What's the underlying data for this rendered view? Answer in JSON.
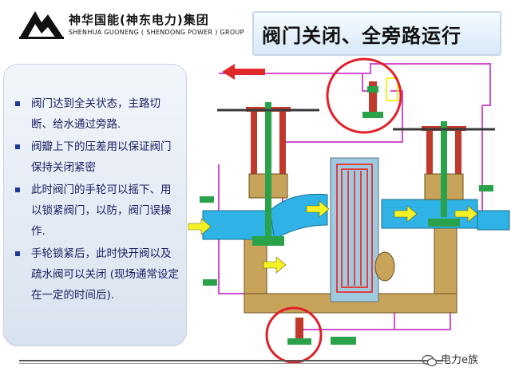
{
  "header": {
    "brand_cn": "神华国能(神东电力)集团",
    "brand_en": "SHENHUA GUONENG ( SHENDONG POWER ) GROUP",
    "title": "阀门关闭、全旁路运行"
  },
  "bullets": [
    "阀门达到全关状态，主路切断、给水通过旁路.",
    "阀瓣上下的压差用以保证阀门保持关闭紧密",
    "此时阀门的手轮可以摇下、用以锁紧阀门，以防，阀门误操作.",
    "手轮锁紧后，此时快开阀以及疏水阀可以关闭 (现场通常设定在一定的时间后)."
  ],
  "watermark": {
    "text": "电力e族"
  },
  "colors": {
    "pipe_blue": "#2fb3e6",
    "body_tan": "#c8a35a",
    "valve_red": "#c0392b",
    "stem_green": "#2aa24a",
    "flow_arrow": "#f4f226",
    "control_line": "#d04fcf",
    "highlight_circle": "#e0202a",
    "bullet_text": "#1a2060"
  },
  "icons": [
    "company-logo",
    "flow-arrow",
    "valve-handwheel",
    "pilot-valve",
    "drain-valve"
  ]
}
